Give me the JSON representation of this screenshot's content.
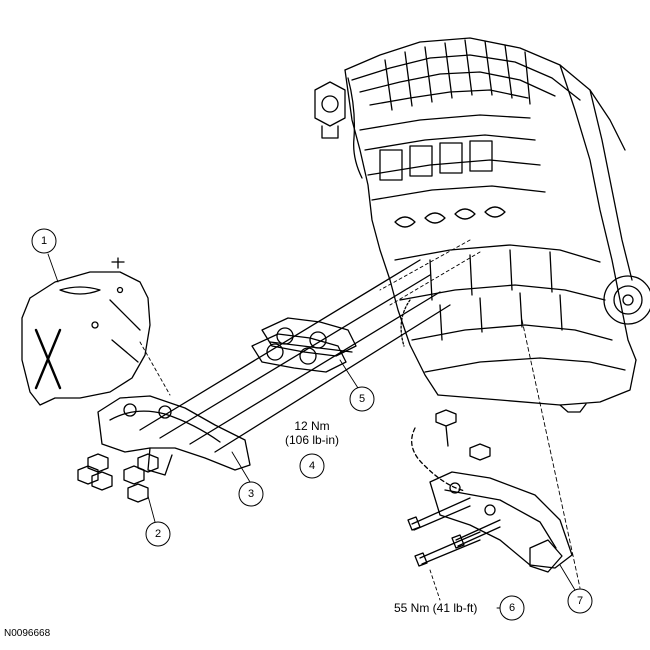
{
  "figure_ref": "N0096668",
  "callouts": [
    {
      "id": "1",
      "label": "1"
    },
    {
      "id": "2",
      "label": "2"
    },
    {
      "id": "3",
      "label": "3"
    },
    {
      "id": "4",
      "label": "4"
    },
    {
      "id": "5",
      "label": "5"
    },
    {
      "id": "6",
      "label": "6"
    },
    {
      "id": "7",
      "label": "7"
    }
  ],
  "torque_specs": {
    "manifold_nuts": {
      "line1": "12 Nm",
      "line2": "(106 lb-in)"
    },
    "bracket_bolts": {
      "text": "55 Nm (41 lb-ft)"
    }
  }
}
